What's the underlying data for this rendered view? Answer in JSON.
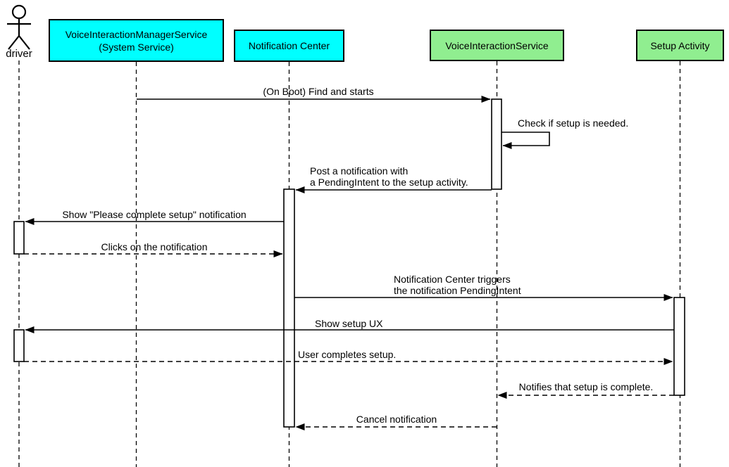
{
  "participants": [
    {
      "id": "driver",
      "label": "driver",
      "type": "actor"
    },
    {
      "id": "voice-interaction-manager-service",
      "line1": "VoiceInteractionManagerService",
      "line2": "(System Service)",
      "fill": "#00FFFF"
    },
    {
      "id": "notification-center",
      "label": "Notification Center",
      "fill": "#00FFFF"
    },
    {
      "id": "voice-interaction-service",
      "label": "VoiceInteractionService",
      "fill": "#90EE90"
    },
    {
      "id": "setup-activity",
      "label": "Setup Activity",
      "fill": "#90EE90"
    }
  ],
  "messages": [
    {
      "text": "(On Boot) Find and starts",
      "from": "VoiceInteractionManagerService (System Service)",
      "to": "VoiceInteractionService",
      "line": "solid"
    },
    {
      "text": "Check if setup is needed.",
      "from": "VoiceInteractionService",
      "to": "VoiceInteractionService",
      "line": "solid",
      "self_message": true
    },
    {
      "line1": "Post a notification with",
      "line2": "a PendingIntent to the setup activity.",
      "from": "VoiceInteractionService",
      "to": "Notification Center",
      "line": "solid"
    },
    {
      "text": "Show \"Please complete setup\" notification",
      "from": "Notification Center",
      "to": "driver",
      "line": "solid"
    },
    {
      "text": "Clicks on the notification",
      "from": "driver",
      "to": "Notification Center",
      "line": "dashed"
    },
    {
      "line1": "Notification Center triggers",
      "line2": "the notification PendingIntent",
      "from": "Notification Center",
      "to": "Setup Activity",
      "line": "solid"
    },
    {
      "text": "Show setup UX",
      "from": "Setup Activity",
      "to": "driver",
      "line": "solid"
    },
    {
      "text": "User completes setup.",
      "from": "driver",
      "to": "Setup Activity",
      "line": "dashed"
    },
    {
      "text": "Notifies that setup is complete.",
      "from": "Setup Activity",
      "to": "VoiceInteractionService",
      "line": "dashed"
    },
    {
      "text": "Cancel notification",
      "from": "VoiceInteractionService",
      "to": "Notification Center",
      "line": "dashed"
    }
  ],
  "colors": {
    "cyan_box": "#00FFFF",
    "green_box": "#90EE90",
    "stroke": "#000000",
    "background": "#FFFFFF"
  }
}
